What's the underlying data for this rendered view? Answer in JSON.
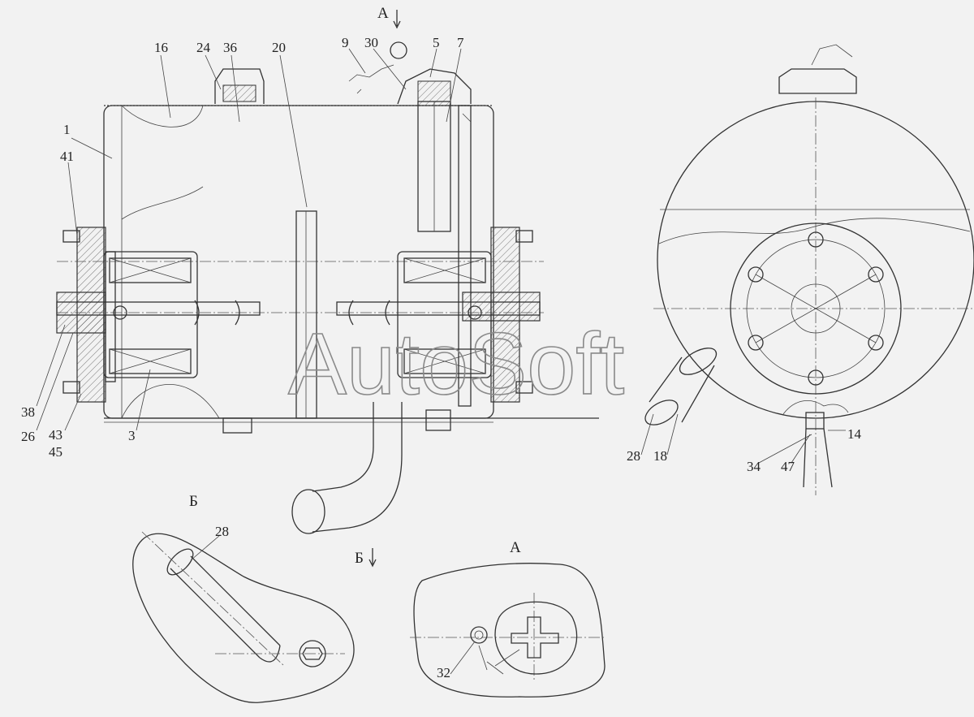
{
  "callouts": {
    "c16": "16",
    "c24": "24",
    "c36": "36",
    "c20": "20",
    "c9": "9",
    "c30": "30",
    "c5": "5",
    "c7": "7",
    "c1": "1",
    "c41": "41",
    "c38": "38",
    "c26": "26",
    "c43": "43",
    "c45": "45",
    "c3": "3",
    "c28a": "28",
    "c18": "18",
    "c14": "14",
    "c34": "34",
    "c47": "47",
    "c28b": "28",
    "c32": "32"
  },
  "views": {
    "view_a_arrow": "А",
    "view_b_arrow": "Б",
    "view_b_title": "Б",
    "view_a_title": "А"
  },
  "watermark": "AutoSoft",
  "colors": {
    "background": "#f2f2f2",
    "line": "#333333",
    "watermark": "#8a8a8a"
  }
}
